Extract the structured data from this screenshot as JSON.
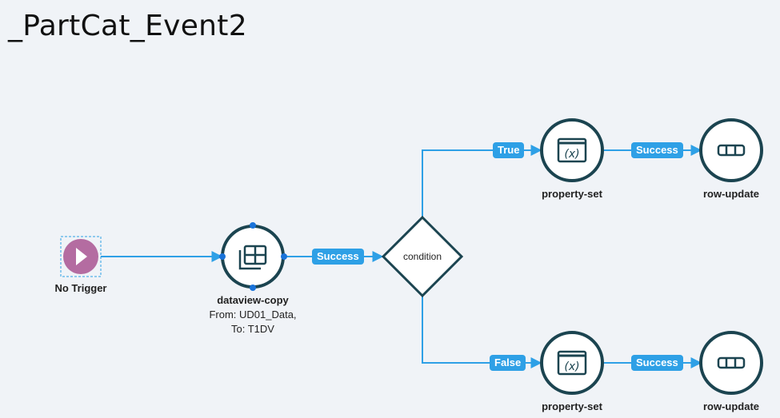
{
  "title": "_PartCat_Event2",
  "nodes": {
    "trigger": {
      "label": "No Trigger",
      "icon": "play-icon",
      "color": "#b46ca1"
    },
    "dataview_copy": {
      "label": "dataview-copy",
      "detail1": "From: UD01_Data,",
      "detail2": "To: T1DV",
      "icon": "table-icon"
    },
    "condition": {
      "label": "condition"
    },
    "property_set_true": {
      "label": "property-set",
      "icon": "variable-x-icon"
    },
    "row_update_true": {
      "label": "row-update",
      "icon": "row-icon"
    },
    "property_set_false": {
      "label": "property-set",
      "icon": "variable-x-icon"
    },
    "row_update_false": {
      "label": "row-update",
      "icon": "row-icon"
    }
  },
  "edges": {
    "copy_to_condition": "Success",
    "condition_true": "True",
    "condition_false": "False",
    "set_to_update_true": "Success",
    "set_to_update_false": "Success"
  },
  "colors": {
    "edge": "#2ea0e6",
    "node_ring": "#1b4450",
    "trigger": "#b46ca1"
  }
}
